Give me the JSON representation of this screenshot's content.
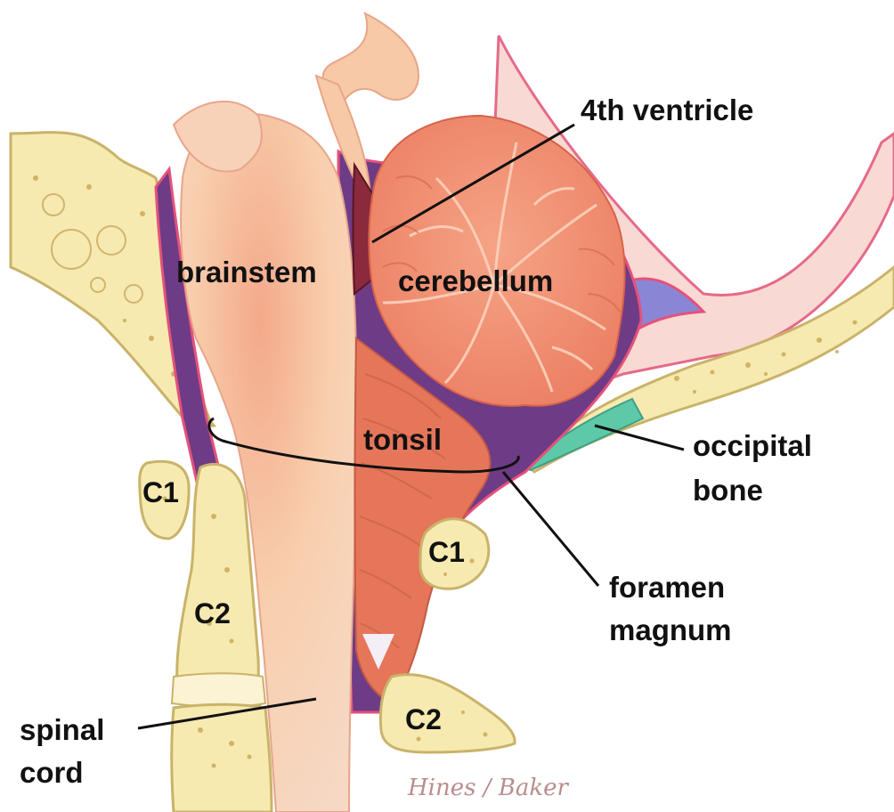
{
  "labels": {
    "fourth_ventricle": "4th ventricle",
    "brainstem": "brainstem",
    "cerebellum": "cerebellum",
    "tonsil": "tonsil",
    "occipital_bone_line1": "occipital",
    "occipital_bone_line2": "bone",
    "foramen_magnum_line1": "foramen",
    "foramen_magnum_line2": "magnum",
    "spinal_cord_line1": "spinal",
    "spinal_cord_line2": "cord",
    "c1_left": "C1",
    "c1_right": "C1",
    "c2_left": "C2",
    "c2_right": "C2"
  },
  "signature": "Hines / Baker",
  "colors": {
    "bone": "#f6eab0",
    "bone_edge": "#c9b36a",
    "brainstem": "#f7c9a6",
    "cerebellum": "#f08a6c",
    "tonsil": "#e6765a",
    "csf": "#6e3b86",
    "dura": "#e3527a",
    "occipital_highlight": "#5ec9a8",
    "ventricle": "#8a2a3c",
    "sinus": "#8a86d6"
  }
}
